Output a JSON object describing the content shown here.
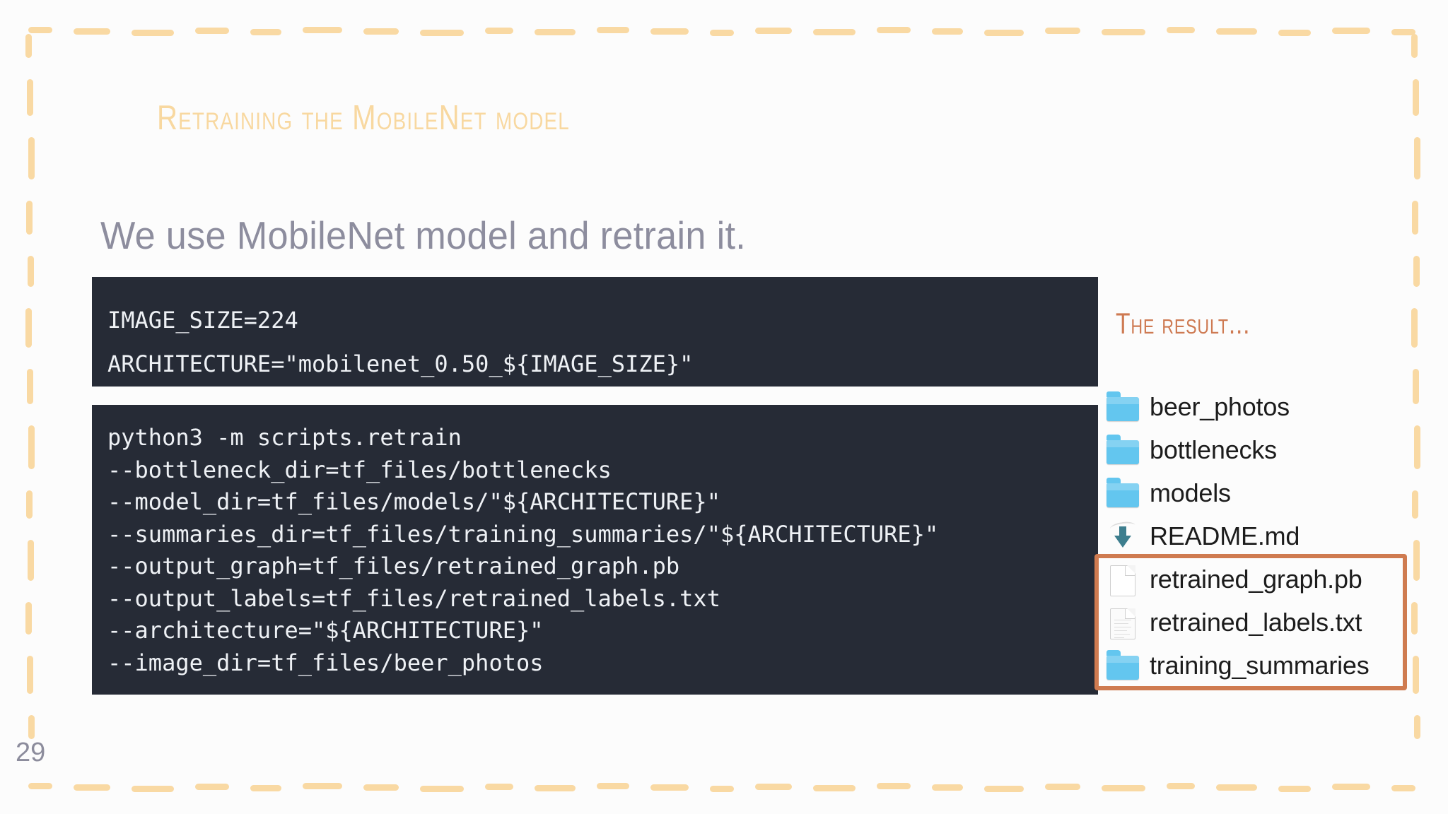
{
  "slide": {
    "title": "Retraining the MobileNet model",
    "subtitle": "We use MobileNet model and retrain it.",
    "page_number": "29",
    "background_color": "#FCFCFC",
    "frame_color": "#F9D9A3",
    "title_color": "#F8D8A0",
    "subtitle_color": "#8D8D9E"
  },
  "code_block_1": {
    "background_color": "#262B36",
    "text_color": "#EEF1F5",
    "lines": [
      "IMAGE_SIZE=224",
      "ARCHITECTURE=\"mobilenet_0.50_${IMAGE_SIZE}\""
    ]
  },
  "code_block_2": {
    "background_color": "#262B36",
    "text_color": "#EEF1F5",
    "lines": [
      "python3 -m scripts.retrain",
      "--bottleneck_dir=tf_files/bottlenecks",
      "--model_dir=tf_files/models/\"${ARCHITECTURE}\"",
      "--summaries_dir=tf_files/training_summaries/\"${ARCHITECTURE}\"",
      "--output_graph=tf_files/retrained_graph.pb",
      "--output_labels=tf_files/retrained_labels.txt",
      "--architecture=\"${ARCHITECTURE}\"",
      "--image_dir=tf_files/beer_photos"
    ]
  },
  "result_panel": {
    "heading": "The result...",
    "heading_color": "#CE7A52",
    "highlight_color": "#CF7B50",
    "folder_color": "#63C6EF",
    "files": [
      {
        "name": "beer_photos",
        "icon": "folder-icon",
        "highlighted": false
      },
      {
        "name": "bottlenecks",
        "icon": "folder-icon",
        "highlighted": false
      },
      {
        "name": "models",
        "icon": "folder-icon",
        "highlighted": false
      },
      {
        "name": "README.md",
        "icon": "markdown-download-icon",
        "highlighted": false
      },
      {
        "name": "retrained_graph.pb",
        "icon": "blank-page-icon",
        "highlighted": true
      },
      {
        "name": "retrained_labels.txt",
        "icon": "text-page-icon",
        "highlighted": true
      },
      {
        "name": "training_summaries",
        "icon": "folder-icon",
        "highlighted": true
      }
    ]
  }
}
